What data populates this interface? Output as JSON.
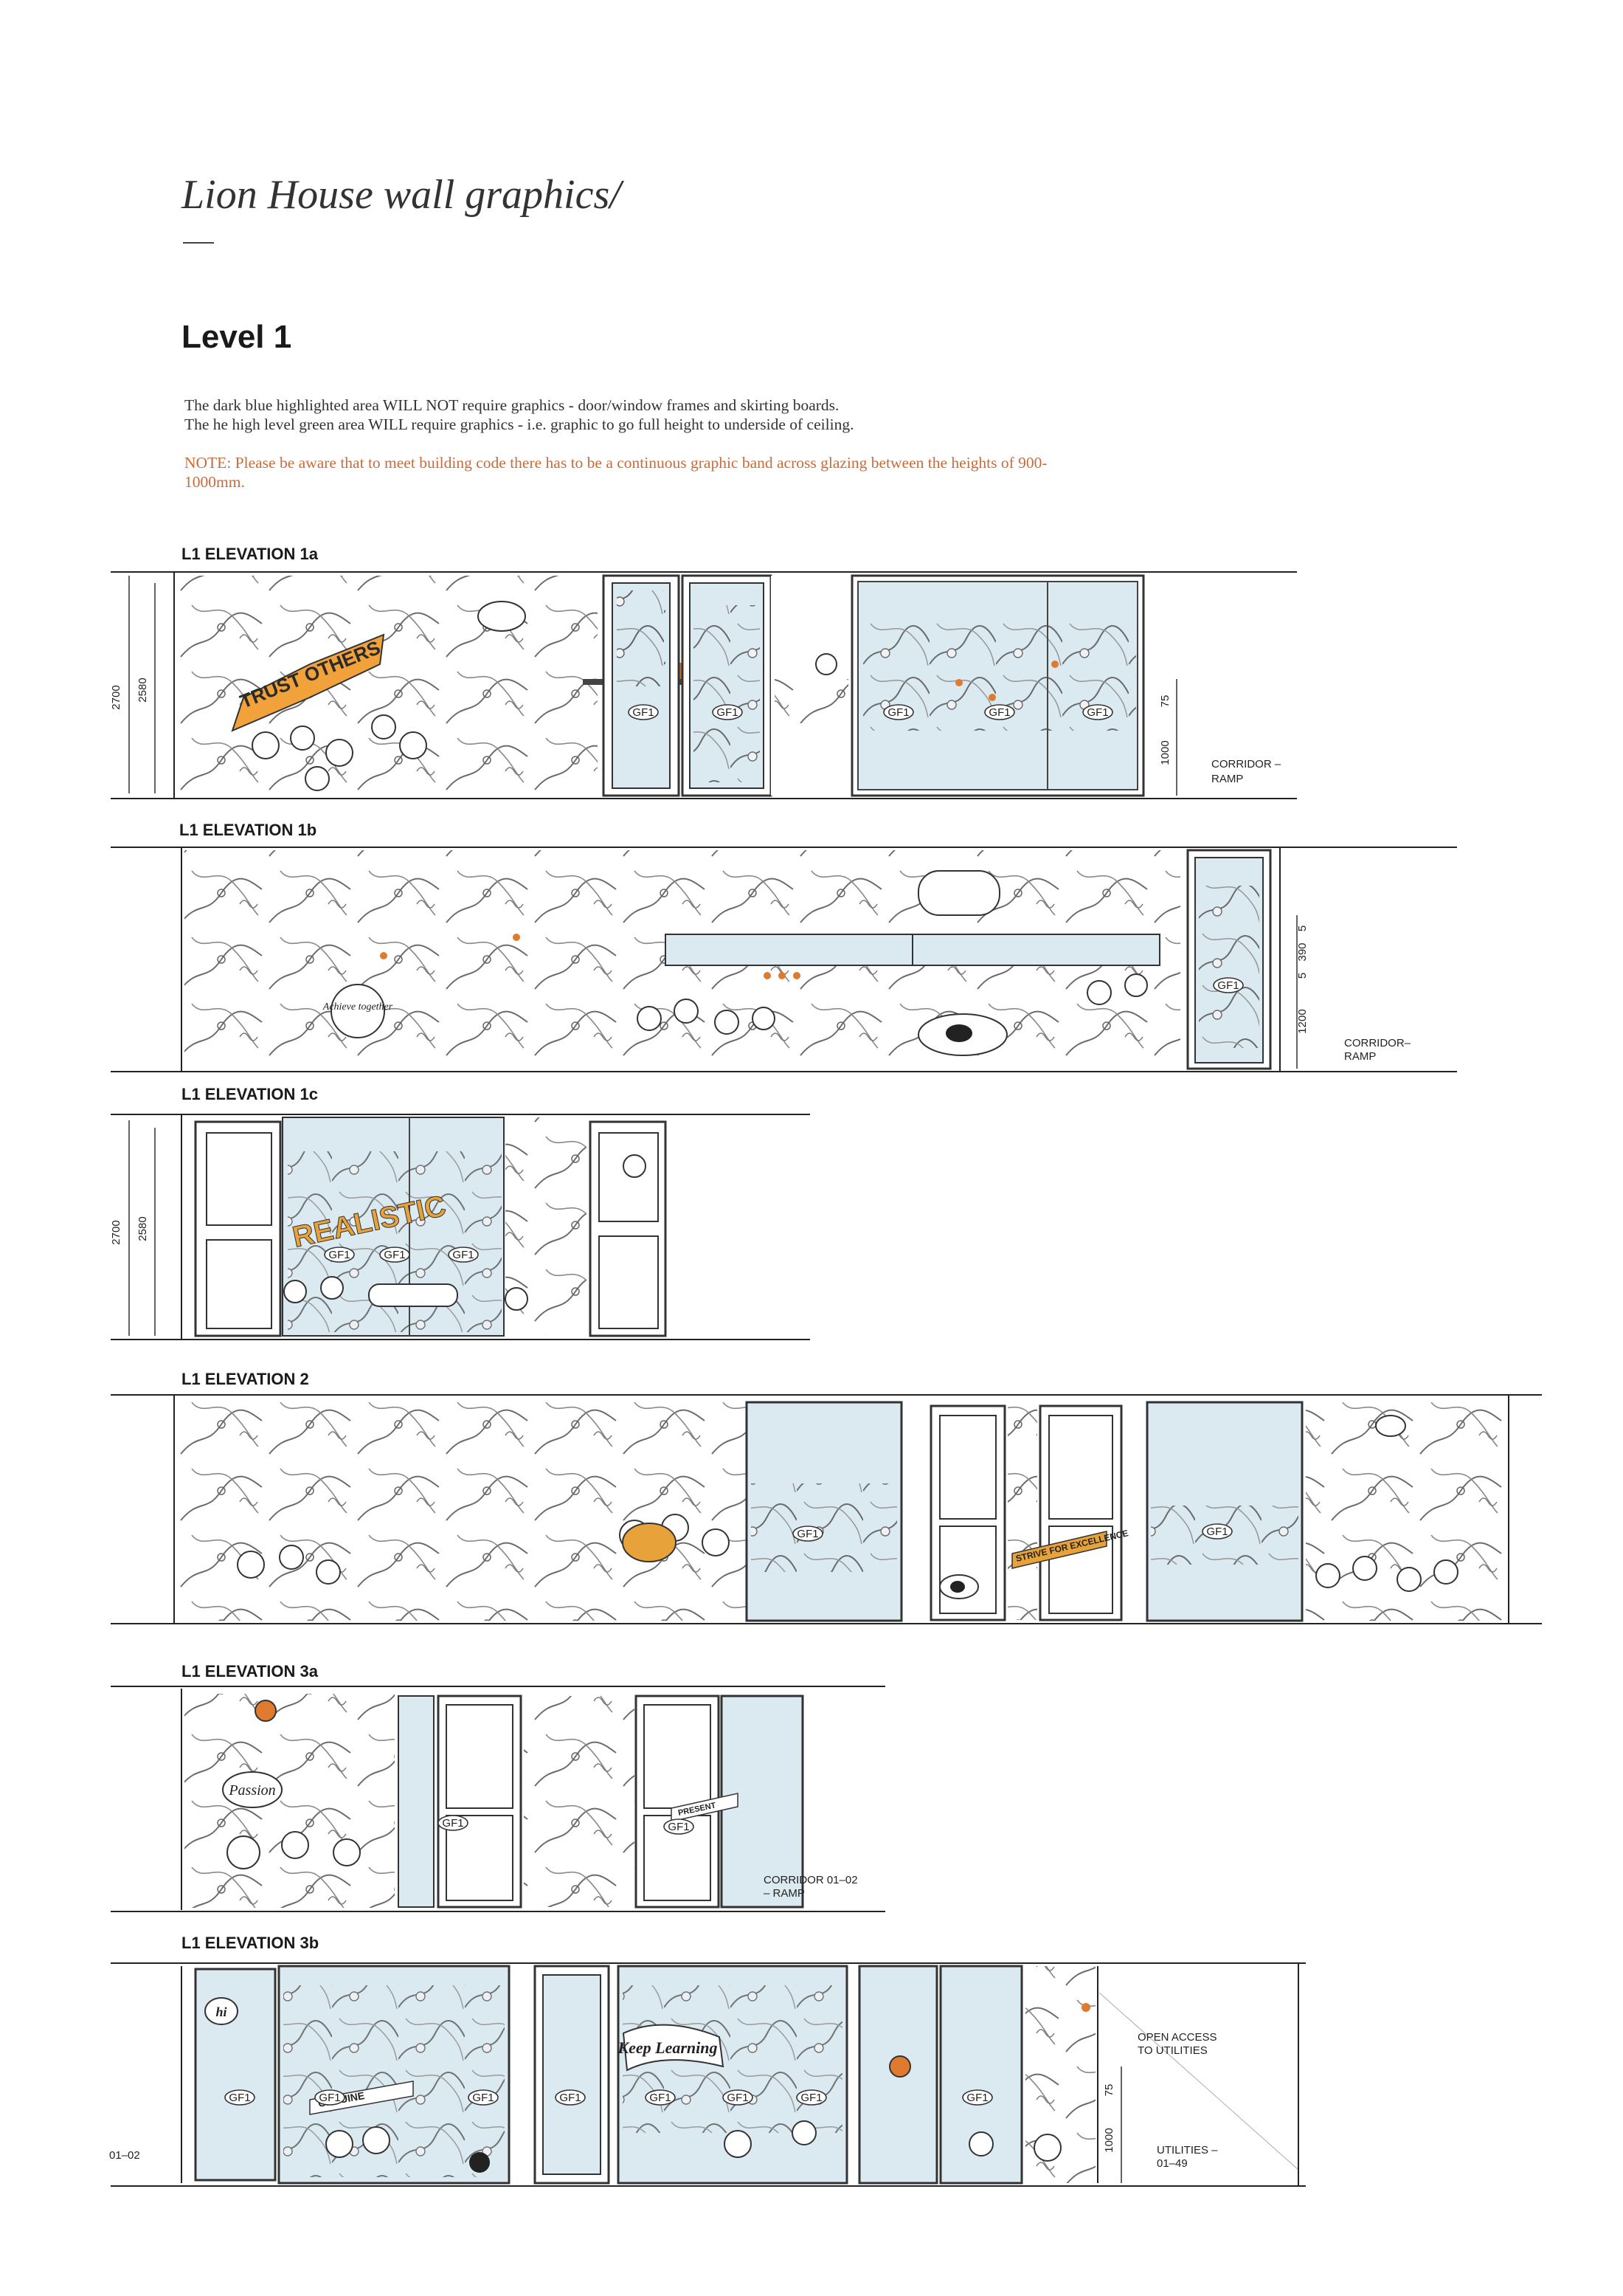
{
  "header": {
    "title": "Lion House wall graphics/",
    "level": "Level 1"
  },
  "intro": {
    "line1": "The dark blue highlighted area WILL NOT require graphics - door/window frames and skirting boards.",
    "line2": "The he high level green area WILL require graphics - i.e. graphic to go full height to underside of ceiling.",
    "note": "NOTE: Please be aware that to meet building code there has to be a continuous graphic band across glazing between the heights of 900-1000mm."
  },
  "elevations": {
    "e1a": {
      "label": "L1 ELEVATION 1a",
      "dims": [
        "2700",
        "2580",
        "75",
        "1000"
      ],
      "corridor": [
        "CORRIDOR –",
        "RAMP"
      ],
      "banner": "TRUST OTHERS",
      "glass_tags": [
        "GF1",
        "GF1",
        "GF1",
        "GF1",
        "GF1"
      ]
    },
    "e1b": {
      "label": "L1 ELEVATION 1b",
      "dims": [
        "5",
        "390",
        "5",
        "1200"
      ],
      "corridor": [
        "CORRIDOR–",
        "RAMP"
      ],
      "bubble": "Achieve together",
      "glass_tags": [
        "GF1"
      ]
    },
    "e1c": {
      "label": "L1 ELEVATION 1c",
      "dims": [
        "2700",
        "2580"
      ],
      "banner": "REALISTIC",
      "glass_tags": [
        "GF1",
        "GF1",
        "GF1"
      ]
    },
    "e2": {
      "label": "L1 ELEVATION 2",
      "banner": "STRIVE FOR EXCELLENCE",
      "glass_tags": [
        "GF1",
        "GF1"
      ]
    },
    "e3a": {
      "label": "L1 ELEVATION 3a",
      "corridor": [
        "CORRIDOR 01–02",
        "– RAMP"
      ],
      "bubble": "Passion",
      "banner": "PRESENT",
      "glass_tags": [
        "GF1",
        "GF1"
      ]
    },
    "e3b": {
      "label": "L1 ELEVATION 3b",
      "dims": [
        "75",
        "1000"
      ],
      "left_tag": "01–02",
      "access": [
        "OPEN ACCESS",
        "TO UTILITIES"
      ],
      "utilities": [
        "UTILITIES –",
        "01–49"
      ],
      "bubble_hi": "hi",
      "bubble": "Keep Learning",
      "banner": "GENUINE",
      "glass_tags": [
        "GF1",
        "GF1",
        "GF1",
        "GF1",
        "GF1",
        "GF1",
        "GF1",
        "GF1"
      ]
    }
  }
}
